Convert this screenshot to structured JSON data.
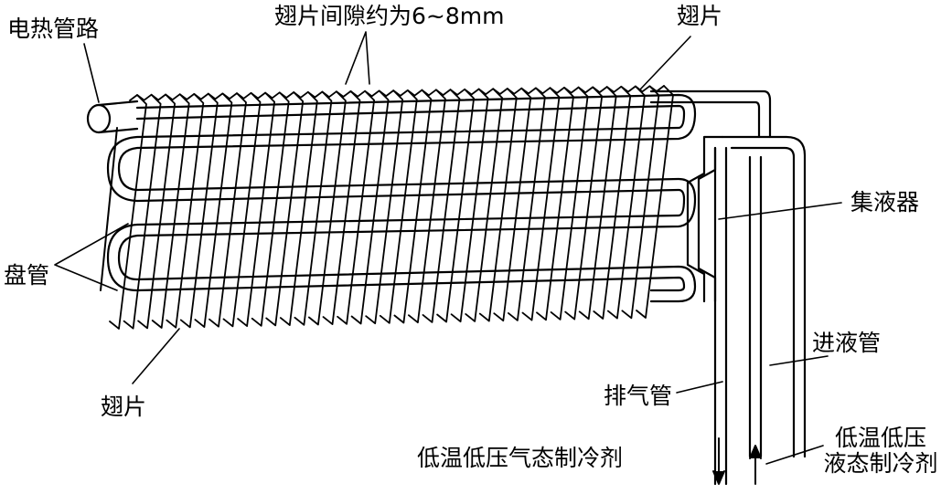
{
  "colors": {
    "line": "#000000",
    "background": "#ffffff"
  },
  "labels": {
    "heater_pipe": "电热管路",
    "fin_gap": "翅片间隙约为6~8mm",
    "fin_top": "翅片",
    "accumulator": "集液器",
    "coil": "盘管",
    "fin_bottom": "翅片",
    "inlet_pipe": "进液管",
    "exhaust_pipe": "排气管",
    "out_refrigerant": "低温低压气态制冷剂",
    "in_refrigerant_line1": "低温低压",
    "in_refrigerant_line2": "液态制冷剂"
  }
}
